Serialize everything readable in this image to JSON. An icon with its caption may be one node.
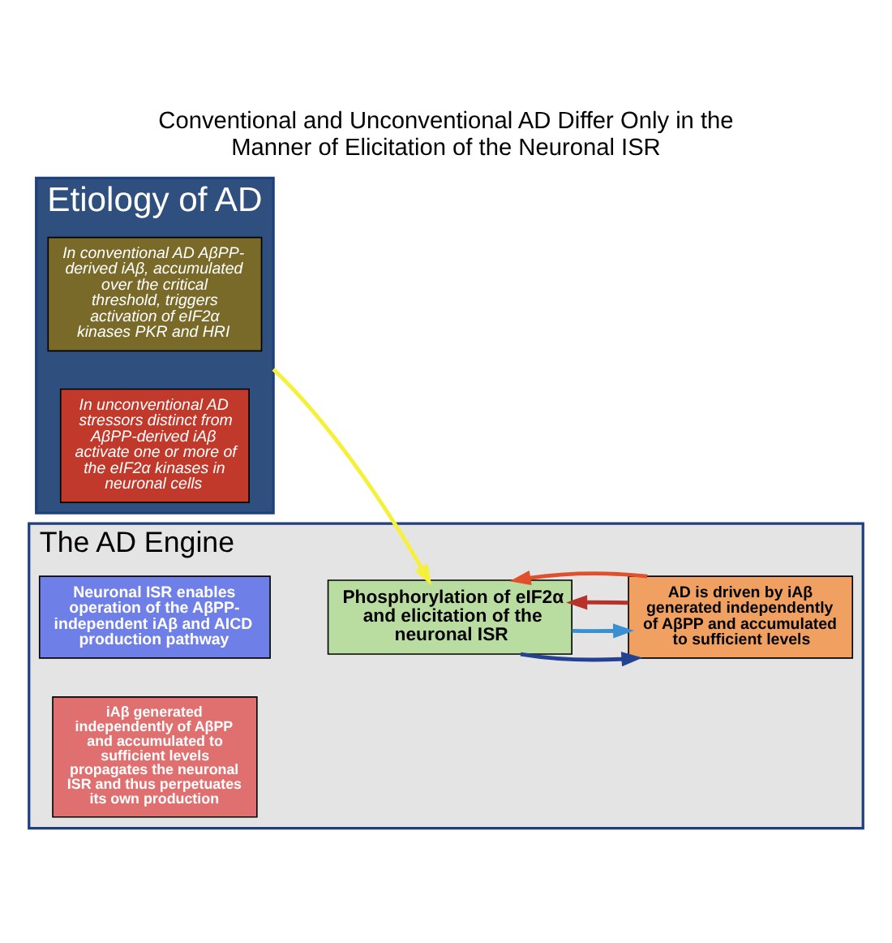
{
  "diagram": {
    "title": "Conventional and Unconventional AD Differ Only in the Manner of Elicitation of the Neuronal ISR",
    "nodes": [
      {
        "text": [
          "Etiology of AD"
        ]
      },
      {
        "text": [
          "In conventional AD AβPP-derived iAβ, accumulated over the critical threshold, triggers activation of eIF2α kinases PKR and HRI"
        ],
        "in": 0
      },
      {
        "text": [
          "In unconventional AD stressors distinct from AβPP-derived iAβ activate one or more of the eIF2α kinases in neuronal cells"
        ],
        "in": 0
      },
      {
        "text": [
          "The AD Engine"
        ]
      },
      {
        "text": [
          "Neuronal ISR enables operation of the AβPP-independent iAβ and AICD production pathway"
        ],
        "in": 3
      },
      {
        "text": [
          "Phosphorylation of eIF2α and elicitation of the neuronal ISR"
        ],
        "in": 3
      },
      {
        "text": [
          "AD is driven by iAβ generated independently of AβPP and accumulated to sufficient levels"
        ],
        "in": 3
      },
      {
        "text": [
          "iAβ generated independently of AβPP and accumulated to sufficient levels propagates the neuronal ISR and thus perpetuates its own production"
        ],
        "in": 3
      }
    ],
    "edges": [
      {
        "from": 0,
        "to": 5,
        "arrow": "to",
        "color": "#f5f03a"
      },
      {
        "from": 5,
        "to": 6,
        "arrow": "to",
        "color": "#24428f"
      },
      {
        "from": 5,
        "to": 6,
        "arrow": "to",
        "color": "#3a8fd0"
      },
      {
        "from": 6,
        "to": 5,
        "arrow": "to",
        "color": "#b8322a"
      },
      {
        "from": 6,
        "to": 5,
        "arrow": "to",
        "color": "#e0502a"
      }
    ]
  }
}
